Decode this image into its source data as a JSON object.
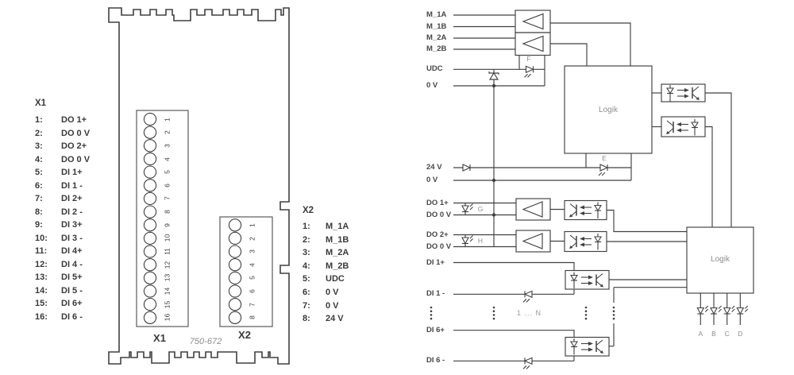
{
  "colors": {
    "line": "#404040",
    "text": "#3a3a3a",
    "muted": "#8d8d8d"
  },
  "module": {
    "part_number": "750-672",
    "x1": {
      "header": "X1",
      "connector_label": "X1",
      "pins": [
        {
          "num": "1:",
          "label": "DO 1+"
        },
        {
          "num": "2:",
          "label": "DO 0 V"
        },
        {
          "num": "3:",
          "label": "DO 2+"
        },
        {
          "num": "4:",
          "label": "DO 0 V"
        },
        {
          "num": "5:",
          "label": "DI 1+"
        },
        {
          "num": "6:",
          "label": "DI 1 -"
        },
        {
          "num": "7:",
          "label": "DI 2+"
        },
        {
          "num": "8:",
          "label": "DI 2 -"
        },
        {
          "num": "9:",
          "label": "DI 3+"
        },
        {
          "num": "10:",
          "label": "DI 3 -"
        },
        {
          "num": "11:",
          "label": "DI 4+"
        },
        {
          "num": "12:",
          "label": "DI 4 -"
        },
        {
          "num": "13:",
          "label": "DI 5+"
        },
        {
          "num": "14:",
          "label": "DI 5 -"
        },
        {
          "num": "15:",
          "label": "DI 6+"
        },
        {
          "num": "16:",
          "label": "DI 6 -"
        }
      ],
      "connector_numbers": [
        "1",
        "2",
        "3",
        "4",
        "5",
        "6",
        "7",
        "8",
        "9",
        "10",
        "11",
        "12",
        "13",
        "14",
        "15",
        "16"
      ]
    },
    "x2": {
      "header": "X2",
      "connector_label": "X2",
      "pins": [
        {
          "num": "1:",
          "label": "M_1A"
        },
        {
          "num": "2:",
          "label": "M_1B"
        },
        {
          "num": "3:",
          "label": "M_2A"
        },
        {
          "num": "4:",
          "label": "M_2B"
        },
        {
          "num": "5:",
          "label": "UDC"
        },
        {
          "num": "6:",
          "label": "0 V"
        },
        {
          "num": "7:",
          "label": "0 V"
        },
        {
          "num": "8:",
          "label": "24 V"
        }
      ],
      "connector_numbers": [
        "1",
        "2",
        "3",
        "4",
        "5",
        "6",
        "7",
        "8"
      ]
    }
  },
  "circuit": {
    "signal_labels": [
      "M_1A",
      "M_1B",
      "M_2A",
      "M_2B",
      "UDC",
      "0 V",
      "24 V",
      "0 V",
      "DO 1+",
      "DO 0 V",
      "DO 2+",
      "DO 0 V",
      "DI 1+",
      "DI 1 -",
      "DI 6+",
      "DI 6 -"
    ],
    "logic_block_label": "Logik",
    "range_label": "1 ... N",
    "diode_labels": {
      "e": "E",
      "f": "F",
      "g": "G",
      "h": "H"
    },
    "status_led_labels": [
      "A",
      "B",
      "C",
      "D"
    ]
  }
}
